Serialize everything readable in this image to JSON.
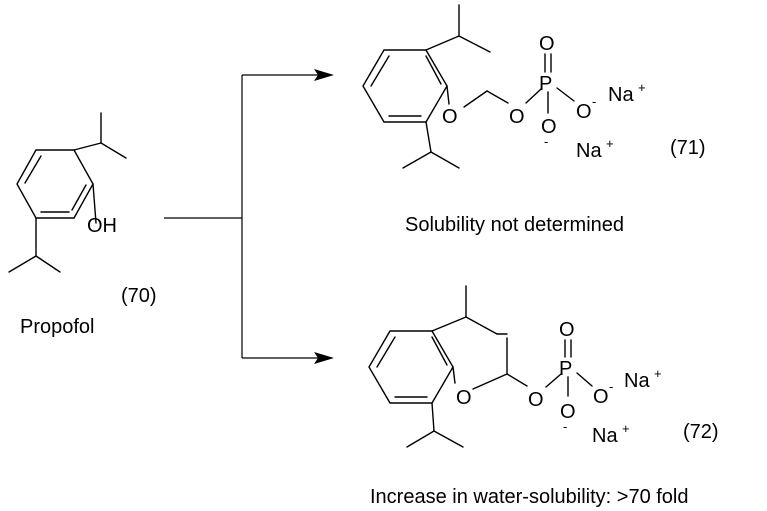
{
  "compound_70": {
    "atom_oh": "OH",
    "number": "(70)",
    "name": "Propofol"
  },
  "compound_71": {
    "atom_o1": "O",
    "atom_o2": "O",
    "atom_p": "P",
    "atom_o_top": "O",
    "atom_o_right": "O",
    "atom_o_bottom": "O",
    "charge_minus": "-",
    "na_1": "Na",
    "na_2": "Na",
    "charge_plus": "+",
    "number": "(71)",
    "note": "Solubility not determined"
  },
  "compound_72": {
    "atom_o1": "O",
    "atom_o2": "O",
    "atom_p": "P",
    "atom_o_top": "O",
    "atom_o_right": "O",
    "atom_o_bottom": "O",
    "charge_minus": "-",
    "na_1": "Na",
    "na_2": "Na",
    "charge_plus": "+",
    "number": "(72)",
    "note": "Increase in water-solubility: >70 fold"
  }
}
